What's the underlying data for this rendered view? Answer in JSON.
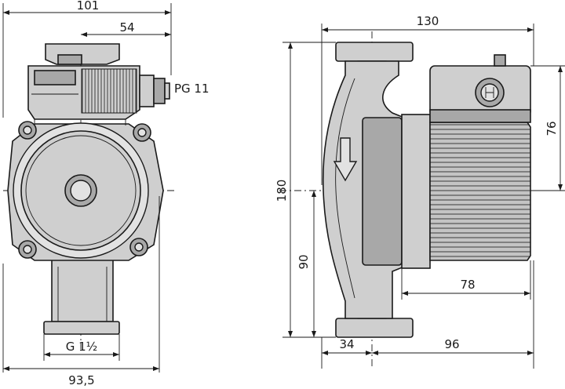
{
  "dimensions": {
    "front_width_top": "101",
    "front_offset_top": "54",
    "cable_gland": "PG 11",
    "connection_thread": "G 1½",
    "front_width_bottom": "93,5",
    "side_length_top": "130",
    "side_height_total": "180",
    "side_height_lower": "90",
    "side_box_height": "76",
    "side_motor_length": "78",
    "side_port_offset": "34",
    "side_body_length": "96"
  },
  "colors": {
    "line": "#1a1a1a",
    "fill": "#cfcfcf",
    "fill_dark": "#a8a8a8"
  },
  "icons": {
    "flow_direction": "down-arrow-icon"
  }
}
